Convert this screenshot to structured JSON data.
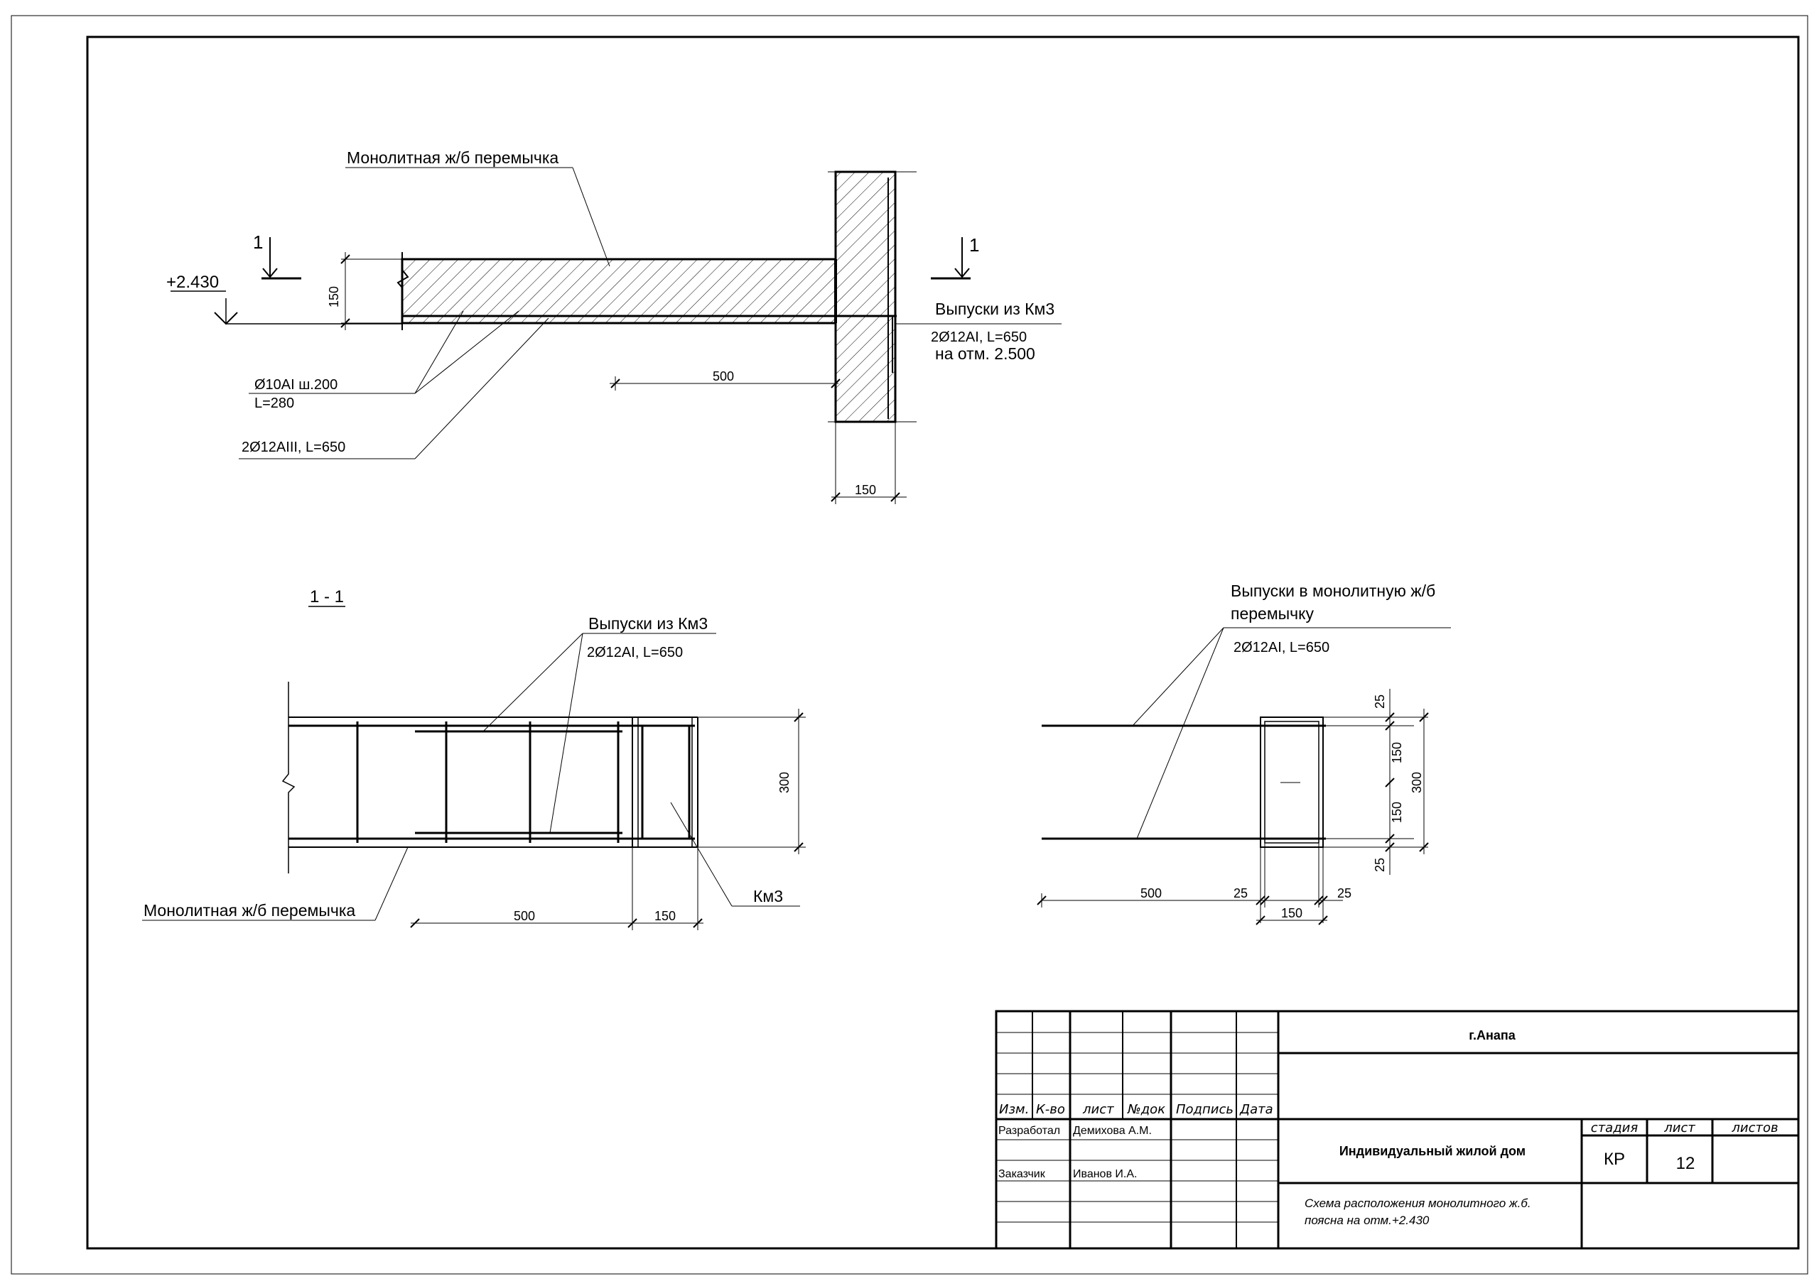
{
  "plan": {
    "level_mark": "+2.430",
    "section_label": "1",
    "lintel_label": "Монолитная ж/б перемычка",
    "rebar_stirrup_label": "Ø10AI   ш.200",
    "rebar_stirrup_length": "L=280",
    "rebar_main_label": "2Ø12AIII, L=650",
    "outlets_title": "Выпуски из Км3",
    "outlets_rebar": "2Ø12AI, L=650",
    "outlets_level": "на отм. 2.500",
    "dim_height": "150",
    "dim_length": "500",
    "dim_wall": "150"
  },
  "section": {
    "title": "1 - 1",
    "outlets_title": "Выпуски из Км3",
    "outlets_rebar": "2Ø12AI, L=650",
    "lintel_label": "Монолитная ж/б перемычка",
    "column_label": "Км3",
    "dim_height": "300",
    "dim_length": "500",
    "dim_column": "150"
  },
  "detail": {
    "title_line1": "Выпуски в монолитную ж/б",
    "title_line2": "перемычку",
    "rebar": "2Ø12AI, L=650",
    "dim_length": "500",
    "dim_cover_left": "25",
    "dim_cover_right": "25",
    "dim_width": "150",
    "dim_top": "25",
    "dim_upper": "150",
    "dim_lower": "150",
    "dim_bottom": "25",
    "dim_total": "300"
  },
  "title_block": {
    "city": "г.Анапа",
    "col_headers": [
      "Изм.",
      "К-во",
      "лист",
      "№док",
      "Подпись",
      "Дата"
    ],
    "role_developer": "Разработал",
    "developer_name": "Демихова А.М.",
    "role_customer": "Заказчик",
    "customer_name": "Иванов И.А.",
    "project_name": "Индивидуальный  жилой  дом",
    "stage_header": "стадия",
    "sheet_header": "лист",
    "sheets_header": "листов",
    "stage_value": "КР",
    "sheet_value": "12",
    "sheets_value": "",
    "drawing_title_line1": "Схема расположения монолитного ж.б.",
    "drawing_title_line2": "пояcна на отм.+2.430"
  }
}
